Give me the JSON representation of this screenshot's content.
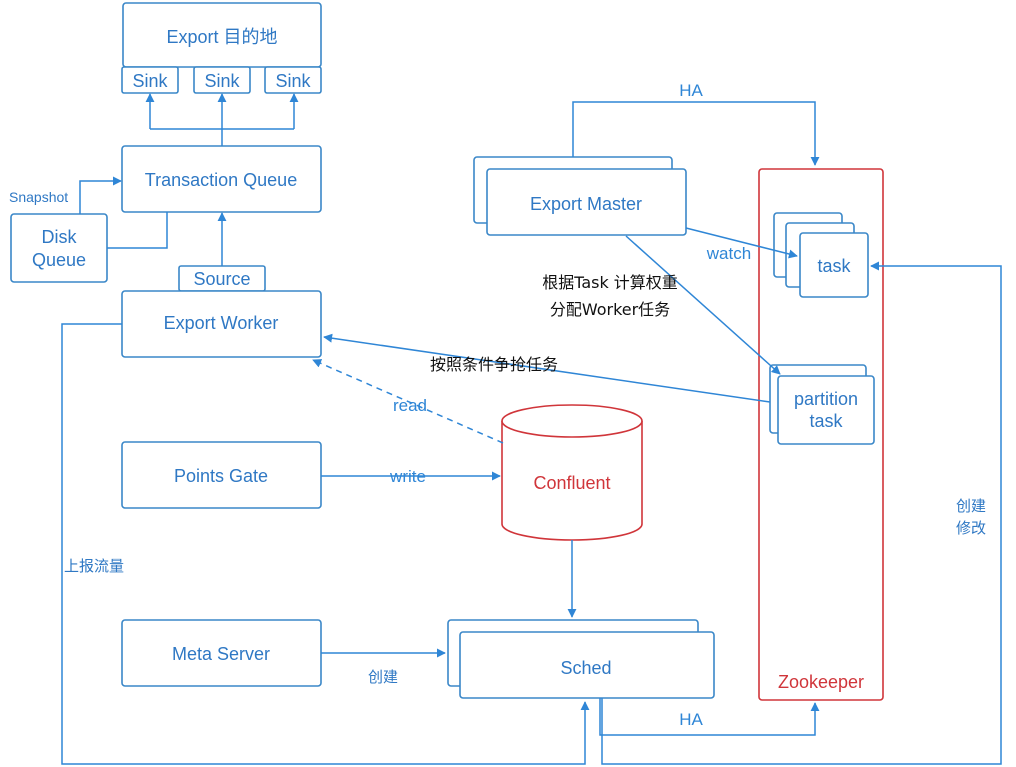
{
  "nodes": {
    "export_dest": "Export 目的地",
    "sink1": "Sink",
    "sink2": "Sink",
    "sink3": "Sink",
    "transaction_queue": "Transaction Queue",
    "disk_queue_line1": "Disk",
    "disk_queue_line2": "Queue",
    "source": "Source",
    "export_worker": "Export Worker",
    "points_gate": "Points Gate",
    "meta_server": "Meta Server",
    "confluent": "Confluent",
    "sched": "Sched",
    "export_master": "Export Master",
    "zookeeper": "Zookeeper",
    "task": "task",
    "partition_task_line1": "partition",
    "partition_task_line2": "task"
  },
  "edge_labels": {
    "snapshot": "Snapshot",
    "ha_top": "HA",
    "watch": "watch",
    "assign_line1": "根据Task 计算权重",
    "assign_line2": "分配Worker任务",
    "compete": "按照条件争抢任务",
    "read": "read",
    "write": "write",
    "report": "上报流量",
    "create": "创建",
    "ha_bottom": "HA",
    "create_modify_line1": "创建",
    "create_modify_line2": "修改"
  },
  "colors": {
    "line": "#2f86d6",
    "box_stroke": "#3a87c8",
    "text": "#2f78c4",
    "accent_red": "#d0353a"
  }
}
